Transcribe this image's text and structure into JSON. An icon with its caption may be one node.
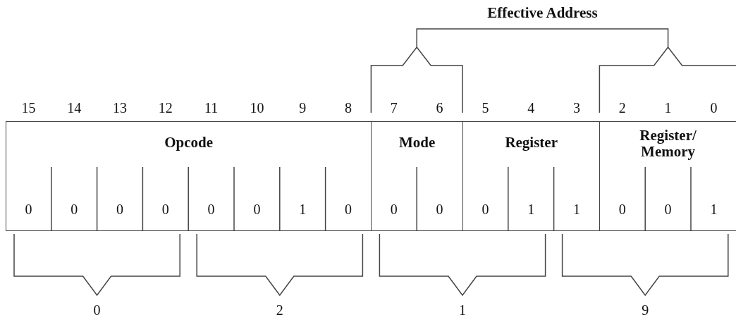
{
  "diagram": {
    "nodes": [
      {
        "text": [
          "Opcode"
        ]
      },
      {
        "text": [
          "Mode"
        ]
      },
      {
        "text": [
          "Register"
        ]
      },
      {
        "text": [
          "Register/ Memory"
        ]
      }
    ],
    "labels": [
      "Effective Address",
      "15",
      "14",
      "13",
      "12",
      "11",
      "10",
      "9",
      "8",
      "7",
      "6",
      "5",
      "4",
      "3",
      "2",
      "1",
      "0",
      "0",
      "0",
      "0",
      "0",
      "0",
      "0",
      "1",
      "0",
      "0",
      "0",
      "0",
      "1",
      "1",
      "0",
      "0",
      "1",
      "0",
      "2",
      "1",
      "9"
    ]
  }
}
